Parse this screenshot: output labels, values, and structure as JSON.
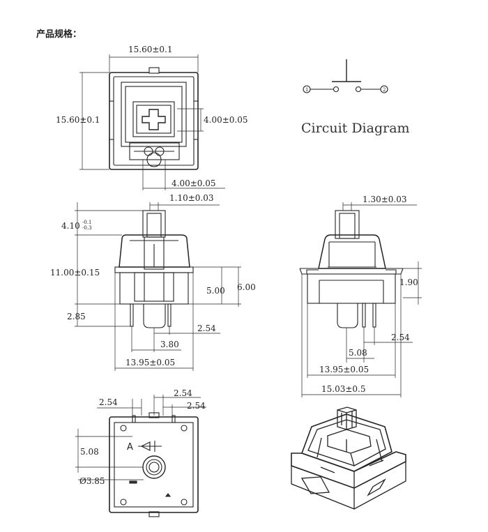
{
  "page_title": "产品规格：",
  "top_view": {
    "width_dim": "15.60±0.1",
    "height_dim": "15.60±0.1",
    "stem_dim": "4.00±0.05",
    "bottom_dim": "4.00±0.05"
  },
  "circuit": {
    "title": "Circuit Diagram",
    "pin1": "1",
    "pin2": "2"
  },
  "front_view": {
    "stem_width": "1.10±0.03",
    "stem_height": "4.10",
    "stem_tol_upper": "-0.1",
    "stem_tol_lower": "-0.3",
    "total_height": "11.00±0.15",
    "under_plate_1": "5.00",
    "under_plate_2": "6.00",
    "pin_length": "2.85",
    "pin_pitch": "2.54",
    "pin_offset": "3.80",
    "body_width": "13.95±0.05"
  },
  "side_view": {
    "stem_width": "1.30±0.03",
    "clip_height": "1.90",
    "pin_pitch": "2.54",
    "pin_offset": "5.08",
    "body_width": "13.95±0.05",
    "total_width": "15.03±0.5"
  },
  "bottom_view": {
    "dim_left": "2.54",
    "dim_top_right": "2.54",
    "dim_right": "2.54",
    "dim_vertical": "5.08",
    "diameter": "Ø3.85",
    "marking": "A"
  }
}
